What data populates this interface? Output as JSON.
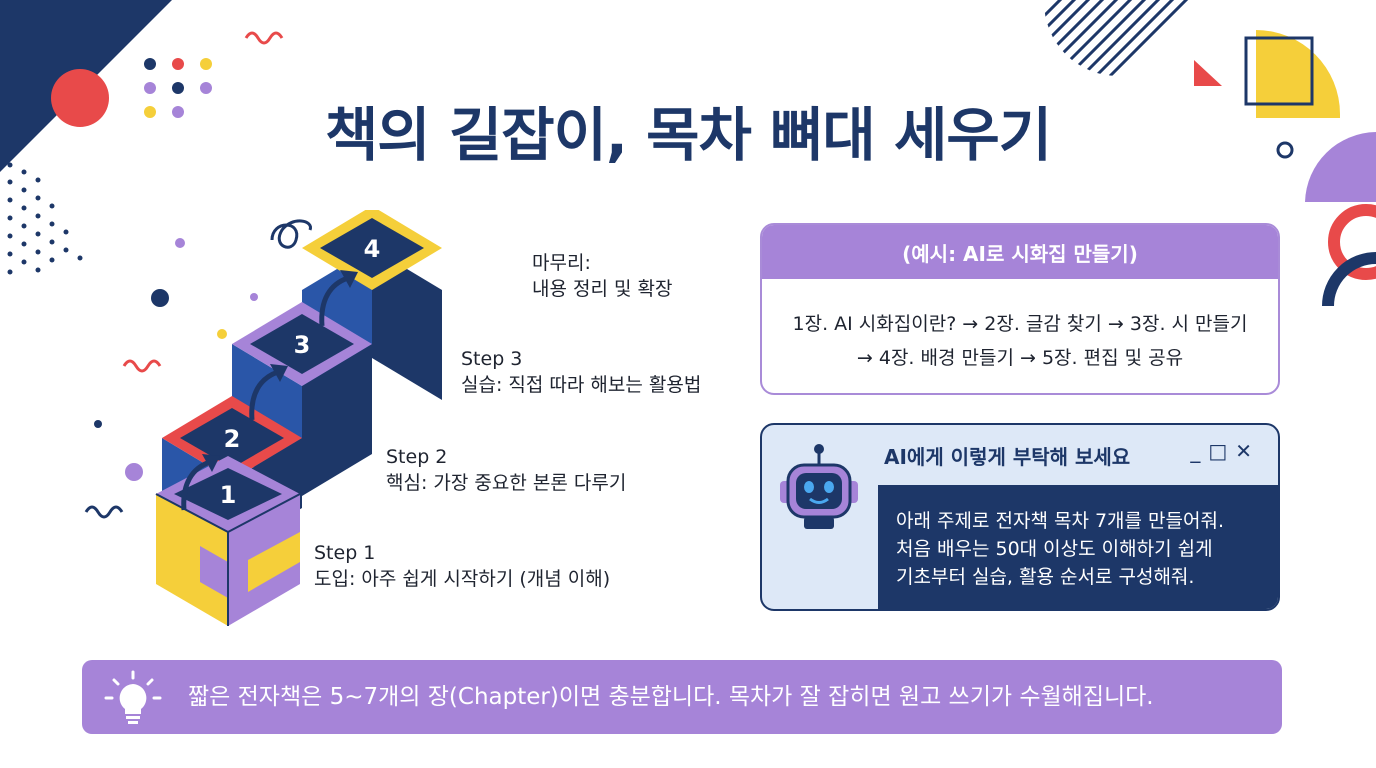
{
  "title": "책의 길잡이, 목차 뼈대 세우기",
  "steps": [
    {
      "number": "1",
      "name": "Step 1",
      "desc": "도입: 아주 쉽게 시작하기 (개념 이해)"
    },
    {
      "number": "2",
      "name": "Step 2",
      "desc": "핵심: 가장 중요한 본론 다루기"
    },
    {
      "number": "3",
      "name": "Step 3",
      "desc": "실습: 직접 따라 해보는 활용법"
    },
    {
      "number": "4",
      "name": "마무리:",
      "desc": "내용 정리 및 확장"
    }
  ],
  "example": {
    "header": "(예시: AI로 시화집 만들기)",
    "line1": "1장. AI 시화집이란? → 2장. 글감 찾기 → 3장. 시 만들기",
    "line2": "→ 4장. 배경 만들기 → 5장. 편집 및 공유"
  },
  "prompt": {
    "title": "AI에게 이렇게 부탁해 보세요",
    "window_controls": "_□✕",
    "lines": [
      "아래 주제로 전자책 목차 7개를 만들어줘.",
      "처음 배우는 50대 이상도 이해하기 쉽게",
      "기초부터 실습, 활용 순서로 구성해줘."
    ]
  },
  "banner": {
    "text": "짧은 전자책은 5~7개의 장(Chapter)이면 충분합니다. 목차가 잘 잡히면 원고 쓰기가 수월해집니다."
  },
  "colors": {
    "navy": "#1d3768",
    "purple": "#a684d8",
    "yellow": "#f5cf3a",
    "red": "#e84a4a",
    "blue": "#2a56a8"
  },
  "icons": [
    "robot-icon",
    "lightbulb-icon",
    "arrow-up-right-icon"
  ]
}
